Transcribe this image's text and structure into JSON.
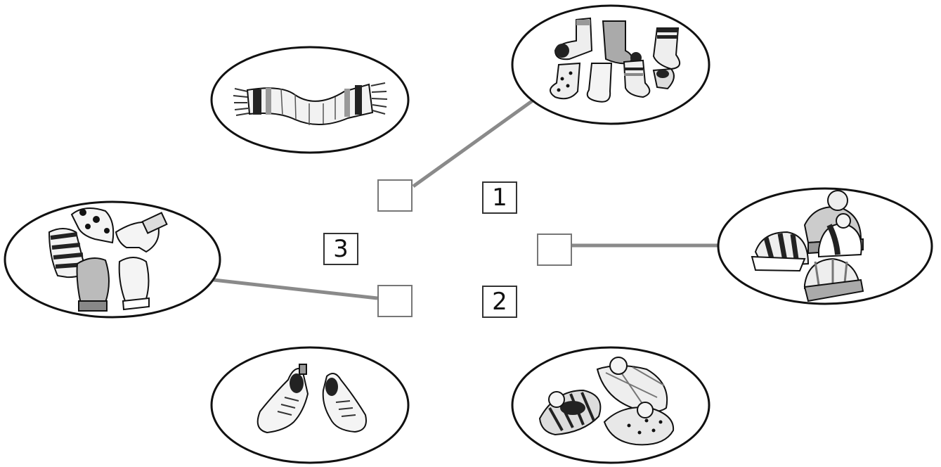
{
  "items": [
    {
      "name": "scarf"
    },
    {
      "name": "socks"
    },
    {
      "name": "mittens"
    },
    {
      "name": "hats"
    },
    {
      "name": "sneakers"
    },
    {
      "name": "slippers"
    }
  ],
  "labels": {
    "box_1": "1",
    "box_2": "2",
    "box_3": "3"
  },
  "connections": [
    {
      "from": "empty-box-top",
      "to": "socks"
    },
    {
      "from": "empty-box-right",
      "to": "hats"
    },
    {
      "from": "empty-box-bottom",
      "to": "mittens"
    }
  ],
  "colors": {
    "outline": "#111111",
    "line": "#8a8a8a",
    "fill_dark": "#222222",
    "fill_grey": "#9a9a9a",
    "fill_light": "#e6e6e6"
  }
}
